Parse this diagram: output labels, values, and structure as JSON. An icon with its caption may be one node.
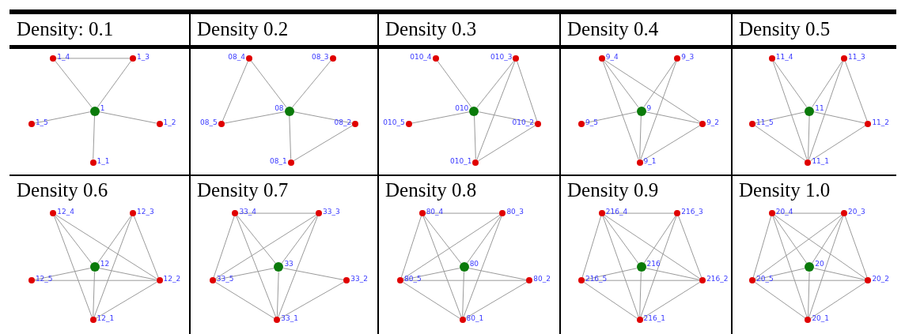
{
  "diagram": {
    "nodes": [
      {
        "text": [
          "Density: 0.1"
        ]
      },
      {
        "text": [
          "1_4"
        ],
        "in": 0
      },
      {
        "text": [
          "1_3"
        ],
        "in": 0
      },
      {
        "text": [
          "1"
        ],
        "in": 0
      },
      {
        "text": [
          "1_5"
        ],
        "in": 0
      },
      {
        "text": [
          "1_2"
        ],
        "in": 0
      },
      {
        "text": [
          "1_1"
        ],
        "in": 0
      },
      {
        "text": [
          "Density 0.2"
        ]
      },
      {
        "text": [
          "08_3"
        ],
        "in": 7
      },
      {
        "text": [
          "08_4"
        ],
        "in": 7
      },
      {
        "text": [
          "08"
        ],
        "in": 7
      },
      {
        "text": [
          "08_2"
        ],
        "in": 7
      },
      {
        "text": [
          "08_5"
        ],
        "in": 7
      },
      {
        "text": [
          "08_1"
        ],
        "in": 7
      },
      {
        "text": [
          "Density 0.3"
        ]
      },
      {
        "text": [
          "010_3"
        ],
        "in": 14
      },
      {
        "text": [
          "010_4"
        ],
        "in": 14
      },
      {
        "text": [
          "010"
        ],
        "in": 14
      },
      {
        "text": [
          "010_2"
        ],
        "in": 14
      },
      {
        "text": [
          "010_5"
        ],
        "in": 14
      },
      {
        "text": [
          "010_1"
        ],
        "in": 14
      },
      {
        "text": [
          "Density 0.4"
        ]
      },
      {
        "text": [
          "9_4"
        ],
        "in": 21
      },
      {
        "text": [
          "9_3"
        ],
        "in": 21
      },
      {
        "text": [
          "9"
        ],
        "in": 21
      },
      {
        "text": [
          "9_5"
        ],
        "in": 21
      },
      {
        "text": [
          "9_2"
        ],
        "in": 21
      },
      {
        "text": [
          "9_1"
        ],
        "in": 21
      },
      {
        "text": [
          "Density 0.5"
        ]
      },
      {
        "text": [
          "11_4"
        ],
        "in": 28
      },
      {
        "text": [
          "11_3"
        ],
        "in": 28
      },
      {
        "text": [
          "11"
        ],
        "in": 28
      },
      {
        "text": [
          "11_5"
        ],
        "in": 28
      },
      {
        "text": [
          "11_2"
        ],
        "in": 28
      },
      {
        "text": [
          "11_1"
        ],
        "in": 28
      },
      {
        "text": [
          "Density 0.6"
        ]
      },
      {
        "text": [
          "12_4"
        ],
        "in": 35
      },
      {
        "text": [
          "12_3"
        ],
        "in": 35
      },
      {
        "text": [
          "12"
        ],
        "in": 35
      },
      {
        "text": [
          "12_5"
        ],
        "in": 35
      },
      {
        "text": [
          "12_2"
        ],
        "in": 35
      },
      {
        "text": [
          "12_1"
        ],
        "in": 35
      },
      {
        "text": [
          "Density 0.7"
        ]
      },
      {
        "text": [
          "33_4"
        ],
        "in": 42
      },
      {
        "text": [
          "33_3"
        ],
        "in": 42
      },
      {
        "text": [
          "33"
        ],
        "in": 42
      },
      {
        "text": [
          "33_5"
        ],
        "in": 42
      },
      {
        "text": [
          "33_2"
        ],
        "in": 42
      },
      {
        "text": [
          "33_1"
        ],
        "in": 42
      },
      {
        "text": [
          "Density 0.8"
        ]
      },
      {
        "text": [
          "80_4"
        ],
        "in": 49
      },
      {
        "text": [
          "80_3"
        ],
        "in": 49
      },
      {
        "text": [
          "80"
        ],
        "in": 49
      },
      {
        "text": [
          "80_5"
        ],
        "in": 49
      },
      {
        "text": [
          "80_2"
        ],
        "in": 49
      },
      {
        "text": [
          "80_1"
        ],
        "in": 49
      },
      {
        "text": [
          "Density 0.9"
        ]
      },
      {
        "text": [
          "216_4"
        ],
        "in": 56
      },
      {
        "text": [
          "216_3"
        ],
        "in": 56
      },
      {
        "text": [
          "216"
        ],
        "in": 56
      },
      {
        "text": [
          "216_5"
        ],
        "in": 56
      },
      {
        "text": [
          "216_2"
        ],
        "in": 56
      },
      {
        "text": [
          "216_1"
        ],
        "in": 56
      },
      {
        "text": [
          "Density 1.0"
        ]
      },
      {
        "text": [
          "20_4"
        ],
        "in": 63
      },
      {
        "text": [
          "20_3"
        ],
        "in": 63
      },
      {
        "text": [
          "20"
        ],
        "in": 63
      },
      {
        "text": [
          "20_5"
        ],
        "in": 63
      },
      {
        "text": [
          "20_2"
        ],
        "in": 63
      },
      {
        "text": [
          "20_1"
        ],
        "in": 63
      }
    ],
    "edges": [
      {
        "from": 1,
        "to": 2,
        "arrow": "none"
      },
      {
        "from": 1,
        "to": 3,
        "arrow": "none"
      },
      {
        "from": 2,
        "to": 3,
        "arrow": "none"
      },
      {
        "from": 3,
        "to": 4,
        "arrow": "none"
      },
      {
        "from": 3,
        "to": 5,
        "arrow": "none"
      },
      {
        "from": 3,
        "to": 6,
        "arrow": "none"
      },
      {
        "from": 8,
        "to": 10,
        "arrow": "none"
      },
      {
        "from": 9,
        "to": 10,
        "arrow": "none"
      },
      {
        "from": 9,
        "to": 12,
        "arrow": "none"
      },
      {
        "from": 10,
        "to": 11,
        "arrow": "none"
      },
      {
        "from": 10,
        "to": 12,
        "arrow": "none"
      },
      {
        "from": 10,
        "to": 13,
        "arrow": "none"
      },
      {
        "from": 11,
        "to": 13,
        "arrow": "none"
      },
      {
        "from": 15,
        "to": 17,
        "arrow": "none"
      },
      {
        "from": 15,
        "to": 18,
        "arrow": "none"
      },
      {
        "from": 15,
        "to": 20,
        "arrow": "none"
      },
      {
        "from": 16,
        "to": 17,
        "arrow": "none"
      },
      {
        "from": 17,
        "to": 18,
        "arrow": "none"
      },
      {
        "from": 17,
        "to": 19,
        "arrow": "none"
      },
      {
        "from": 17,
        "to": 20,
        "arrow": "none"
      },
      {
        "from": 18,
        "to": 20,
        "arrow": "none"
      },
      {
        "from": 22,
        "to": 24,
        "arrow": "none"
      },
      {
        "from": 22,
        "to": 27,
        "arrow": "none"
      },
      {
        "from": 22,
        "to": 26,
        "arrow": "none"
      },
      {
        "from": 23,
        "to": 24,
        "arrow": "none"
      },
      {
        "from": 23,
        "to": 27,
        "arrow": "none"
      },
      {
        "from": 24,
        "to": 25,
        "arrow": "none"
      },
      {
        "from": 24,
        "to": 26,
        "arrow": "none"
      },
      {
        "from": 24,
        "to": 27,
        "arrow": "none"
      },
      {
        "from": 26,
        "to": 27,
        "arrow": "none"
      },
      {
        "from": 29,
        "to": 31,
        "arrow": "none"
      },
      {
        "from": 29,
        "to": 34,
        "arrow": "none"
      },
      {
        "from": 30,
        "to": 31,
        "arrow": "none"
      },
      {
        "from": 30,
        "to": 34,
        "arrow": "none"
      },
      {
        "from": 30,
        "to": 33,
        "arrow": "none"
      },
      {
        "from": 31,
        "to": 32,
        "arrow": "none"
      },
      {
        "from": 31,
        "to": 33,
        "arrow": "none"
      },
      {
        "from": 31,
        "to": 34,
        "arrow": "none"
      },
      {
        "from": 32,
        "to": 34,
        "arrow": "none"
      },
      {
        "from": 33,
        "to": 34,
        "arrow": "none"
      },
      {
        "from": 36,
        "to": 38,
        "arrow": "none"
      },
      {
        "from": 36,
        "to": 41,
        "arrow": "none"
      },
      {
        "from": 36,
        "to": 40,
        "arrow": "none"
      },
      {
        "from": 37,
        "to": 38,
        "arrow": "none"
      },
      {
        "from": 37,
        "to": 41,
        "arrow": "none"
      },
      {
        "from": 37,
        "to": 40,
        "arrow": "none"
      },
      {
        "from": 38,
        "to": 39,
        "arrow": "none"
      },
      {
        "from": 38,
        "to": 40,
        "arrow": "none"
      },
      {
        "from": 38,
        "to": 41,
        "arrow": "none"
      },
      {
        "from": 39,
        "to": 40,
        "arrow": "none"
      },
      {
        "from": 40,
        "to": 41,
        "arrow": "none"
      },
      {
        "from": 43,
        "to": 44,
        "arrow": "none"
      },
      {
        "from": 43,
        "to": 46,
        "arrow": "none"
      },
      {
        "from": 43,
        "to": 45,
        "arrow": "none"
      },
      {
        "from": 43,
        "to": 48,
        "arrow": "none"
      },
      {
        "from": 44,
        "to": 46,
        "arrow": "none"
      },
      {
        "from": 44,
        "to": 45,
        "arrow": "none"
      },
      {
        "from": 44,
        "to": 48,
        "arrow": "none"
      },
      {
        "from": 45,
        "to": 46,
        "arrow": "none"
      },
      {
        "from": 45,
        "to": 47,
        "arrow": "none"
      },
      {
        "from": 45,
        "to": 48,
        "arrow": "none"
      },
      {
        "from": 46,
        "to": 48,
        "arrow": "none"
      },
      {
        "from": 47,
        "to": 48,
        "arrow": "none"
      },
      {
        "from": 50,
        "to": 51,
        "arrow": "none"
      },
      {
        "from": 50,
        "to": 53,
        "arrow": "none"
      },
      {
        "from": 50,
        "to": 52,
        "arrow": "none"
      },
      {
        "from": 50,
        "to": 55,
        "arrow": "none"
      },
      {
        "from": 51,
        "to": 53,
        "arrow": "none"
      },
      {
        "from": 51,
        "to": 52,
        "arrow": "none"
      },
      {
        "from": 51,
        "to": 55,
        "arrow": "none"
      },
      {
        "from": 52,
        "to": 53,
        "arrow": "none"
      },
      {
        "from": 52,
        "to": 54,
        "arrow": "none"
      },
      {
        "from": 52,
        "to": 55,
        "arrow": "none"
      },
      {
        "from": 53,
        "to": 54,
        "arrow": "none"
      },
      {
        "from": 53,
        "to": 55,
        "arrow": "none"
      },
      {
        "from": 54,
        "to": 55,
        "arrow": "none"
      },
      {
        "from": 57,
        "to": 58,
        "arrow": "none"
      },
      {
        "from": 57,
        "to": 60,
        "arrow": "none"
      },
      {
        "from": 57,
        "to": 59,
        "arrow": "none"
      },
      {
        "from": 57,
        "to": 62,
        "arrow": "none"
      },
      {
        "from": 57,
        "to": 61,
        "arrow": "none"
      },
      {
        "from": 58,
        "to": 59,
        "arrow": "none"
      },
      {
        "from": 58,
        "to": 62,
        "arrow": "none"
      },
      {
        "from": 58,
        "to": 61,
        "arrow": "none"
      },
      {
        "from": 59,
        "to": 60,
        "arrow": "none"
      },
      {
        "from": 59,
        "to": 61,
        "arrow": "none"
      },
      {
        "from": 59,
        "to": 62,
        "arrow": "none"
      },
      {
        "from": 60,
        "to": 61,
        "arrow": "none"
      },
      {
        "from": 60,
        "to": 62,
        "arrow": "none"
      },
      {
        "from": 61,
        "to": 62,
        "arrow": "none"
      },
      {
        "from": 64,
        "to": 65,
        "arrow": "none"
      },
      {
        "from": 64,
        "to": 66,
        "arrow": "none"
      },
      {
        "from": 64,
        "to": 67,
        "arrow": "none"
      },
      {
        "from": 64,
        "to": 68,
        "arrow": "none"
      },
      {
        "from": 64,
        "to": 69,
        "arrow": "none"
      },
      {
        "from": 65,
        "to": 66,
        "arrow": "none"
      },
      {
        "from": 65,
        "to": 67,
        "arrow": "none"
      },
      {
        "from": 65,
        "to": 68,
        "arrow": "none"
      },
      {
        "from": 65,
        "to": 69,
        "arrow": "none"
      },
      {
        "from": 66,
        "to": 67,
        "arrow": "none"
      },
      {
        "from": 66,
        "to": 68,
        "arrow": "none"
      },
      {
        "from": 66,
        "to": 69,
        "arrow": "none"
      },
      {
        "from": 67,
        "to": 68,
        "arrow": "none"
      },
      {
        "from": 67,
        "to": 69,
        "arrow": "none"
      },
      {
        "from": 68,
        "to": 69,
        "arrow": "none"
      }
    ]
  }
}
